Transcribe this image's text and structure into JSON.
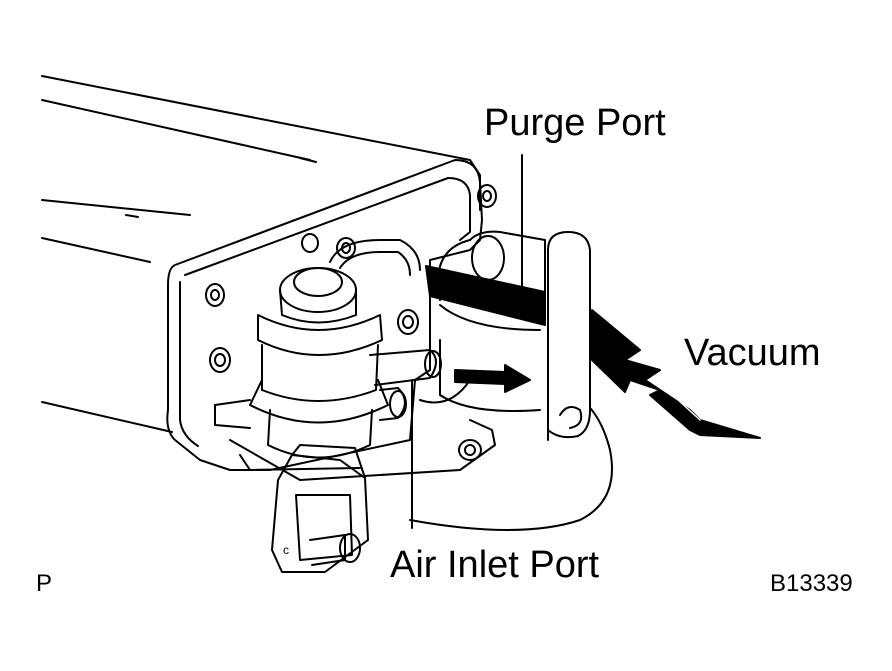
{
  "labels": {
    "purge_port": "Purge Port",
    "vacuum": "Vacuum",
    "air_inlet_port": "Air Inlet Port"
  },
  "corner": {
    "page_mark": "P",
    "figure_code": "B13339"
  },
  "colors": {
    "ink": "#000000",
    "paper": "#ffffff"
  }
}
